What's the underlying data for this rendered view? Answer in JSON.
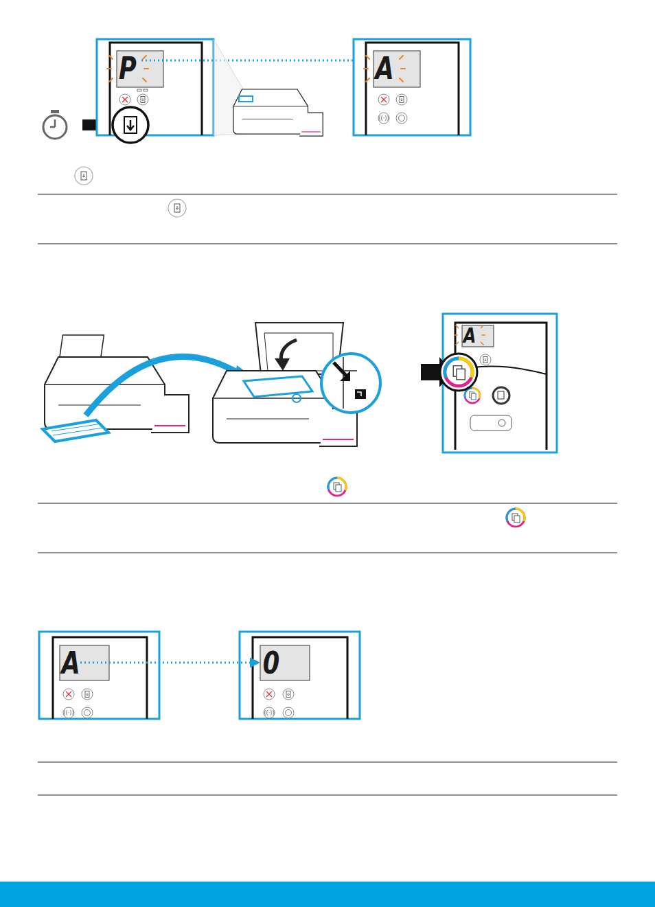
{
  "diagram": {
    "labels": [
      "P",
      "A",
      "A",
      "A",
      "0"
    ]
  }
}
